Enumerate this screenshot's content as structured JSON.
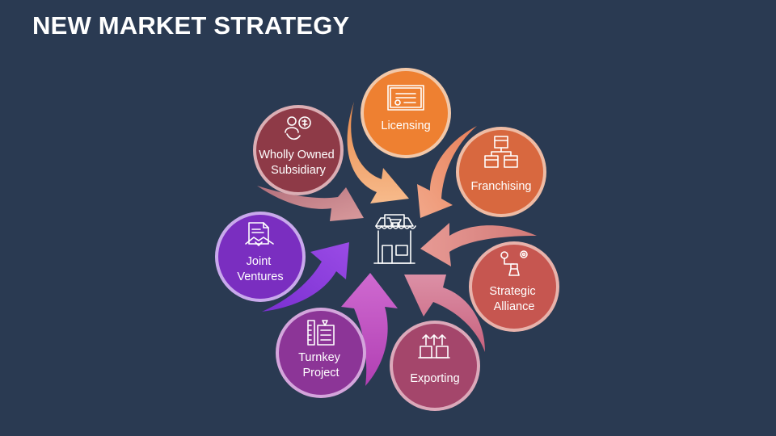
{
  "title": "NEW MARKET STRATEGY",
  "nodes": [
    {
      "id": "licensing",
      "label_lines": [
        "Licensing"
      ],
      "color": "#ee8031",
      "icon": "certificate-icon"
    },
    {
      "id": "franchising",
      "label_lines": [
        "Franchising"
      ],
      "color": "#d8683f",
      "icon": "franchise-stores-icon"
    },
    {
      "id": "strategic-alliance",
      "label_lines": [
        "Strategic",
        "Alliance"
      ],
      "color": "#c65650",
      "icon": "chess-strategy-icon"
    },
    {
      "id": "exporting",
      "label_lines": [
        "Exporting"
      ],
      "color": "#a4466b",
      "icon": "export-boxes-icon"
    },
    {
      "id": "turnkey-project",
      "label_lines": [
        "Turnkey",
        "Project"
      ],
      "color": "#8c3597",
      "icon": "blueprint-tools-icon"
    },
    {
      "id": "joint-ventures",
      "label_lines": [
        "Joint",
        "Ventures"
      ],
      "color": "#7a2ec0",
      "icon": "handshake-document-icon"
    },
    {
      "id": "wholly-owned-subsidiary",
      "label_lines": [
        "Wholly Owned",
        "Subsidiary"
      ],
      "color": "#8e3a47",
      "icon": "people-money-icon"
    }
  ],
  "center": {
    "icon": "market-store-icon"
  },
  "colors": {
    "background": "#2a3a52"
  }
}
